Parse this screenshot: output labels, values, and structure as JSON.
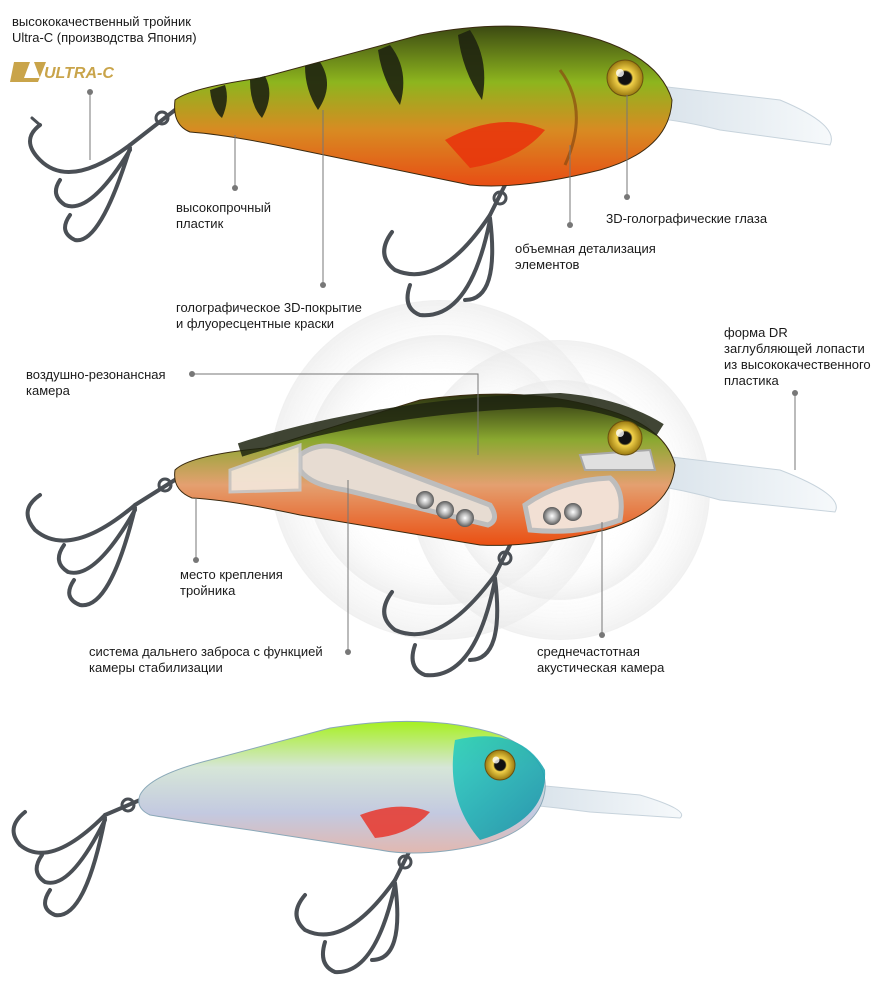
{
  "brand": {
    "name": "ULTRA-C",
    "colors": {
      "gold": "#c9a44a",
      "goldDark": "#8a6a20"
    }
  },
  "colors": {
    "perchGreen": "#7fa61a",
    "perchOrange": "#e35a12",
    "perchBelly": "#f0562a",
    "stripe": "#1f2410",
    "eye": "#e8c02e",
    "lip": "#e6eef4",
    "hook": "#4a4f55",
    "leader": "#777777",
    "chamber": "#c9c9c9",
    "holoGreen": "#9ef01a",
    "holoBody": "#c9d6e0",
    "holoHead": "#27c0c8"
  },
  "labels": {
    "hook_quality": [
      "высококачественный тройник",
      "Ultra-C (производства Япония)"
    ],
    "plastic": [
      "высокопрочный",
      "пластик"
    ],
    "coating": [
      "голографическое 3D-покрытие",
      "и флуоресцентные краски"
    ],
    "detail": [
      "объемная детализация",
      "элементов"
    ],
    "eyes": [
      "3D-голографические глаза"
    ],
    "lip": [
      "форма DR",
      "заглубляющей лопасти",
      "из высококачественного",
      "пластика"
    ],
    "air_chamber": [
      "воздушно-резонансная",
      "камера"
    ],
    "hook_mount": [
      "место крепления",
      "тройника"
    ],
    "casting_system": [
      "система дальнего заброса с функцией",
      "камеры стабилизации"
    ],
    "acoustic": [
      "среднечастотная",
      "акустическая камера"
    ]
  }
}
